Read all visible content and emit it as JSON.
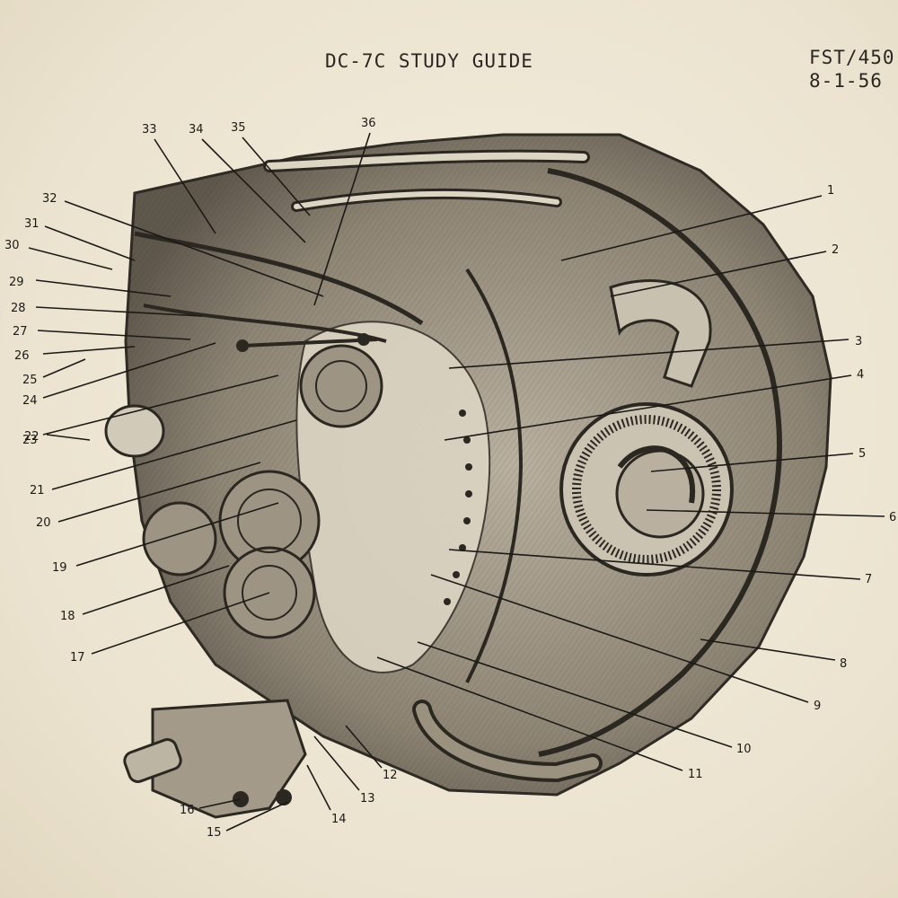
{
  "header": {
    "title": "DC-7C STUDY GUIDE",
    "code": "FST/450",
    "date": "8-1-56"
  },
  "callouts": [
    "1",
    "2",
    "3",
    "4",
    "5",
    "6",
    "7",
    "8",
    "9",
    "10",
    "11",
    "12",
    "13",
    "14",
    "15",
    "16",
    "17",
    "18",
    "19",
    "20",
    "21",
    "22",
    "23",
    "24",
    "25",
    "26",
    "27",
    "28",
    "29",
    "30",
    "31",
    "32",
    "33",
    "34",
    "35",
    "36"
  ],
  "colors": {
    "paper": "#efe8d6",
    "ink": "#1c1a17"
  }
}
